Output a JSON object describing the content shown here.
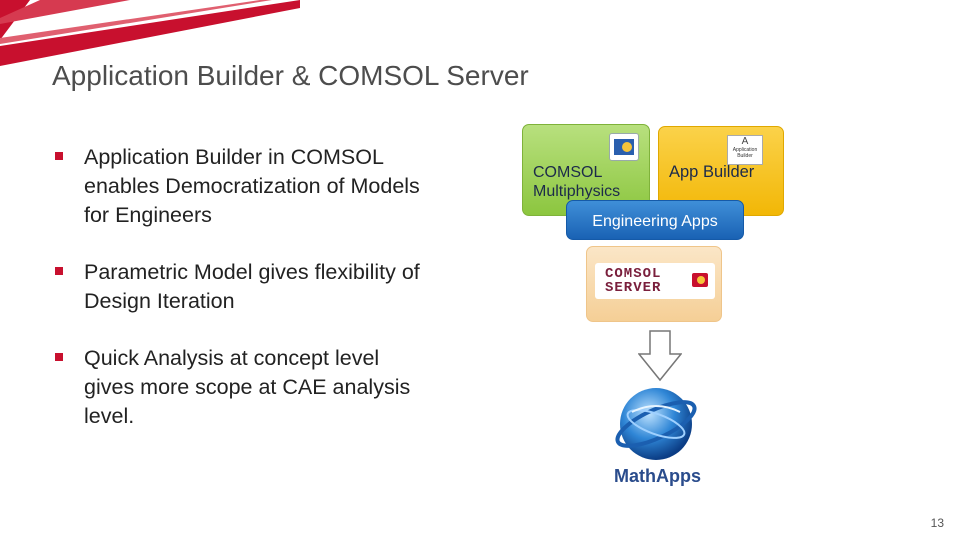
{
  "slide": {
    "title": "Application Builder & COMSOL Server",
    "page_number": "13"
  },
  "bullets": [
    {
      "text": "Application Builder in COMSOL enables Democratization of Models for Engineers"
    },
    {
      "text": "Parametric Model gives flexibility of Design Iteration"
    },
    {
      "text": "Quick Analysis at concept level gives more scope at CAE analysis level."
    }
  ],
  "diagram": {
    "comsol_box": {
      "line1": "COMSOL",
      "line2": "Multiphysics"
    },
    "appbuilder_box": {
      "label": "App Builder",
      "icon_letter": "A",
      "icon_caption": "Application Builder"
    },
    "engineering_apps_box": {
      "label": "Engineering Apps"
    },
    "server_box": {
      "line1": "COMSOL",
      "line2": "SERVER"
    },
    "mathapps_label": "MathApps"
  },
  "colors": {
    "accent_red": "#c8102e",
    "comsol_green": "#8cc63f",
    "appbuilder_yellow": "#f2b706",
    "engineering_blue": "#1a62b4",
    "server_peach": "#f5cf96"
  }
}
